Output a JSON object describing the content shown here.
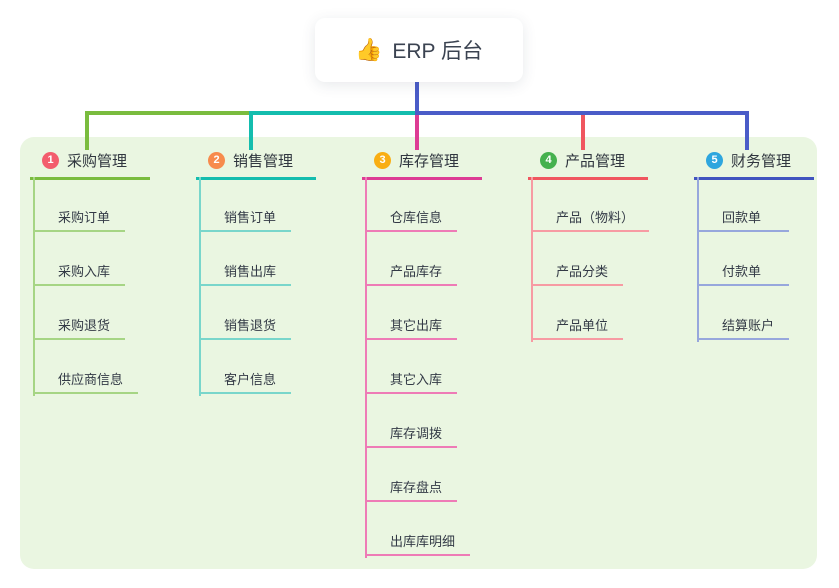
{
  "root": {
    "icon": "👍",
    "label": "ERP 后台"
  },
  "branches": [
    {
      "badge": "1",
      "label": "采购管理",
      "children": [
        "采购订单",
        "采购入库",
        "采购退货",
        "供应商信息"
      ]
    },
    {
      "badge": "2",
      "label": "销售管理",
      "children": [
        "销售订单",
        "销售出库",
        "销售退货",
        "客户信息"
      ]
    },
    {
      "badge": "3",
      "label": "库存管理",
      "children": [
        "仓库信息",
        "产品库存",
        "其它出库",
        "其它入库",
        "库存调拨",
        "库存盘点",
        "出库库明细"
      ]
    },
    {
      "badge": "4",
      "label": "产品管理",
      "children": [
        "产品（物料）",
        "产品分类",
        "产品单位"
      ]
    },
    {
      "badge": "5",
      "label": "财务管理",
      "children": [
        "回款单",
        "付款单",
        "结算账户"
      ]
    }
  ],
  "palette": {
    "panel_bg": "#eaf6e1",
    "root_connector": "#4a5cc8",
    "text": "#333a46",
    "branch_colors": [
      {
        "line": "#7abc3e",
        "line_light": "#a6d584",
        "badge": "#f35d6d"
      },
      {
        "line": "#14bdae",
        "line_light": "#79d6cb",
        "badge": "#f78b4d"
      },
      {
        "line": "#dd3c94",
        "line_light": "#ee7bb6",
        "badge": "#f9ae13"
      },
      {
        "line": "#f0565f",
        "line_light": "#f79ba3",
        "badge": "#45b14e"
      },
      {
        "line": "#4154bf",
        "line_light": "#97a7dc",
        "badge": "#2ea6de"
      }
    ]
  }
}
